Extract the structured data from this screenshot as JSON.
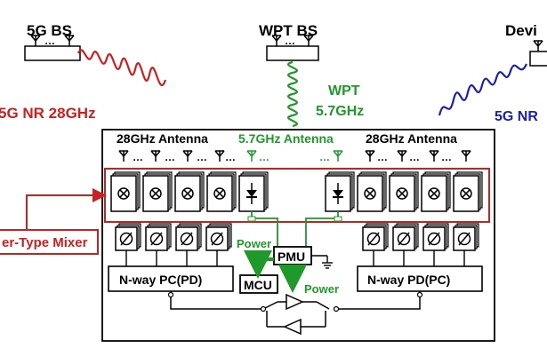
{
  "labels": {
    "bs5g": "5G BS",
    "wptbs": "WPT BS",
    "device": "Devi",
    "dots": "…",
    "nr_left": "5G NR 28GHz",
    "wpt_line1": "WPT",
    "wpt_line2": "5.7GHz",
    "nr_right": "5G NR",
    "ant28_left": "28GHz Antenna",
    "ant57": "5.7GHz Antenna",
    "ant28_right": "28GHz Antenna",
    "mixer_callout": "er-Type Mixer",
    "pc_left": "N-way PC(PD)",
    "pd_right": "N-way PD(PC)",
    "power_left": "Power",
    "power_right": "Power",
    "pmu": "PMU",
    "mcu": "MCU"
  },
  "colors": {
    "red": "#cc1f1f",
    "green": "#1f9a2a",
    "blue": "#1a1fb0",
    "black": "#000000"
  }
}
